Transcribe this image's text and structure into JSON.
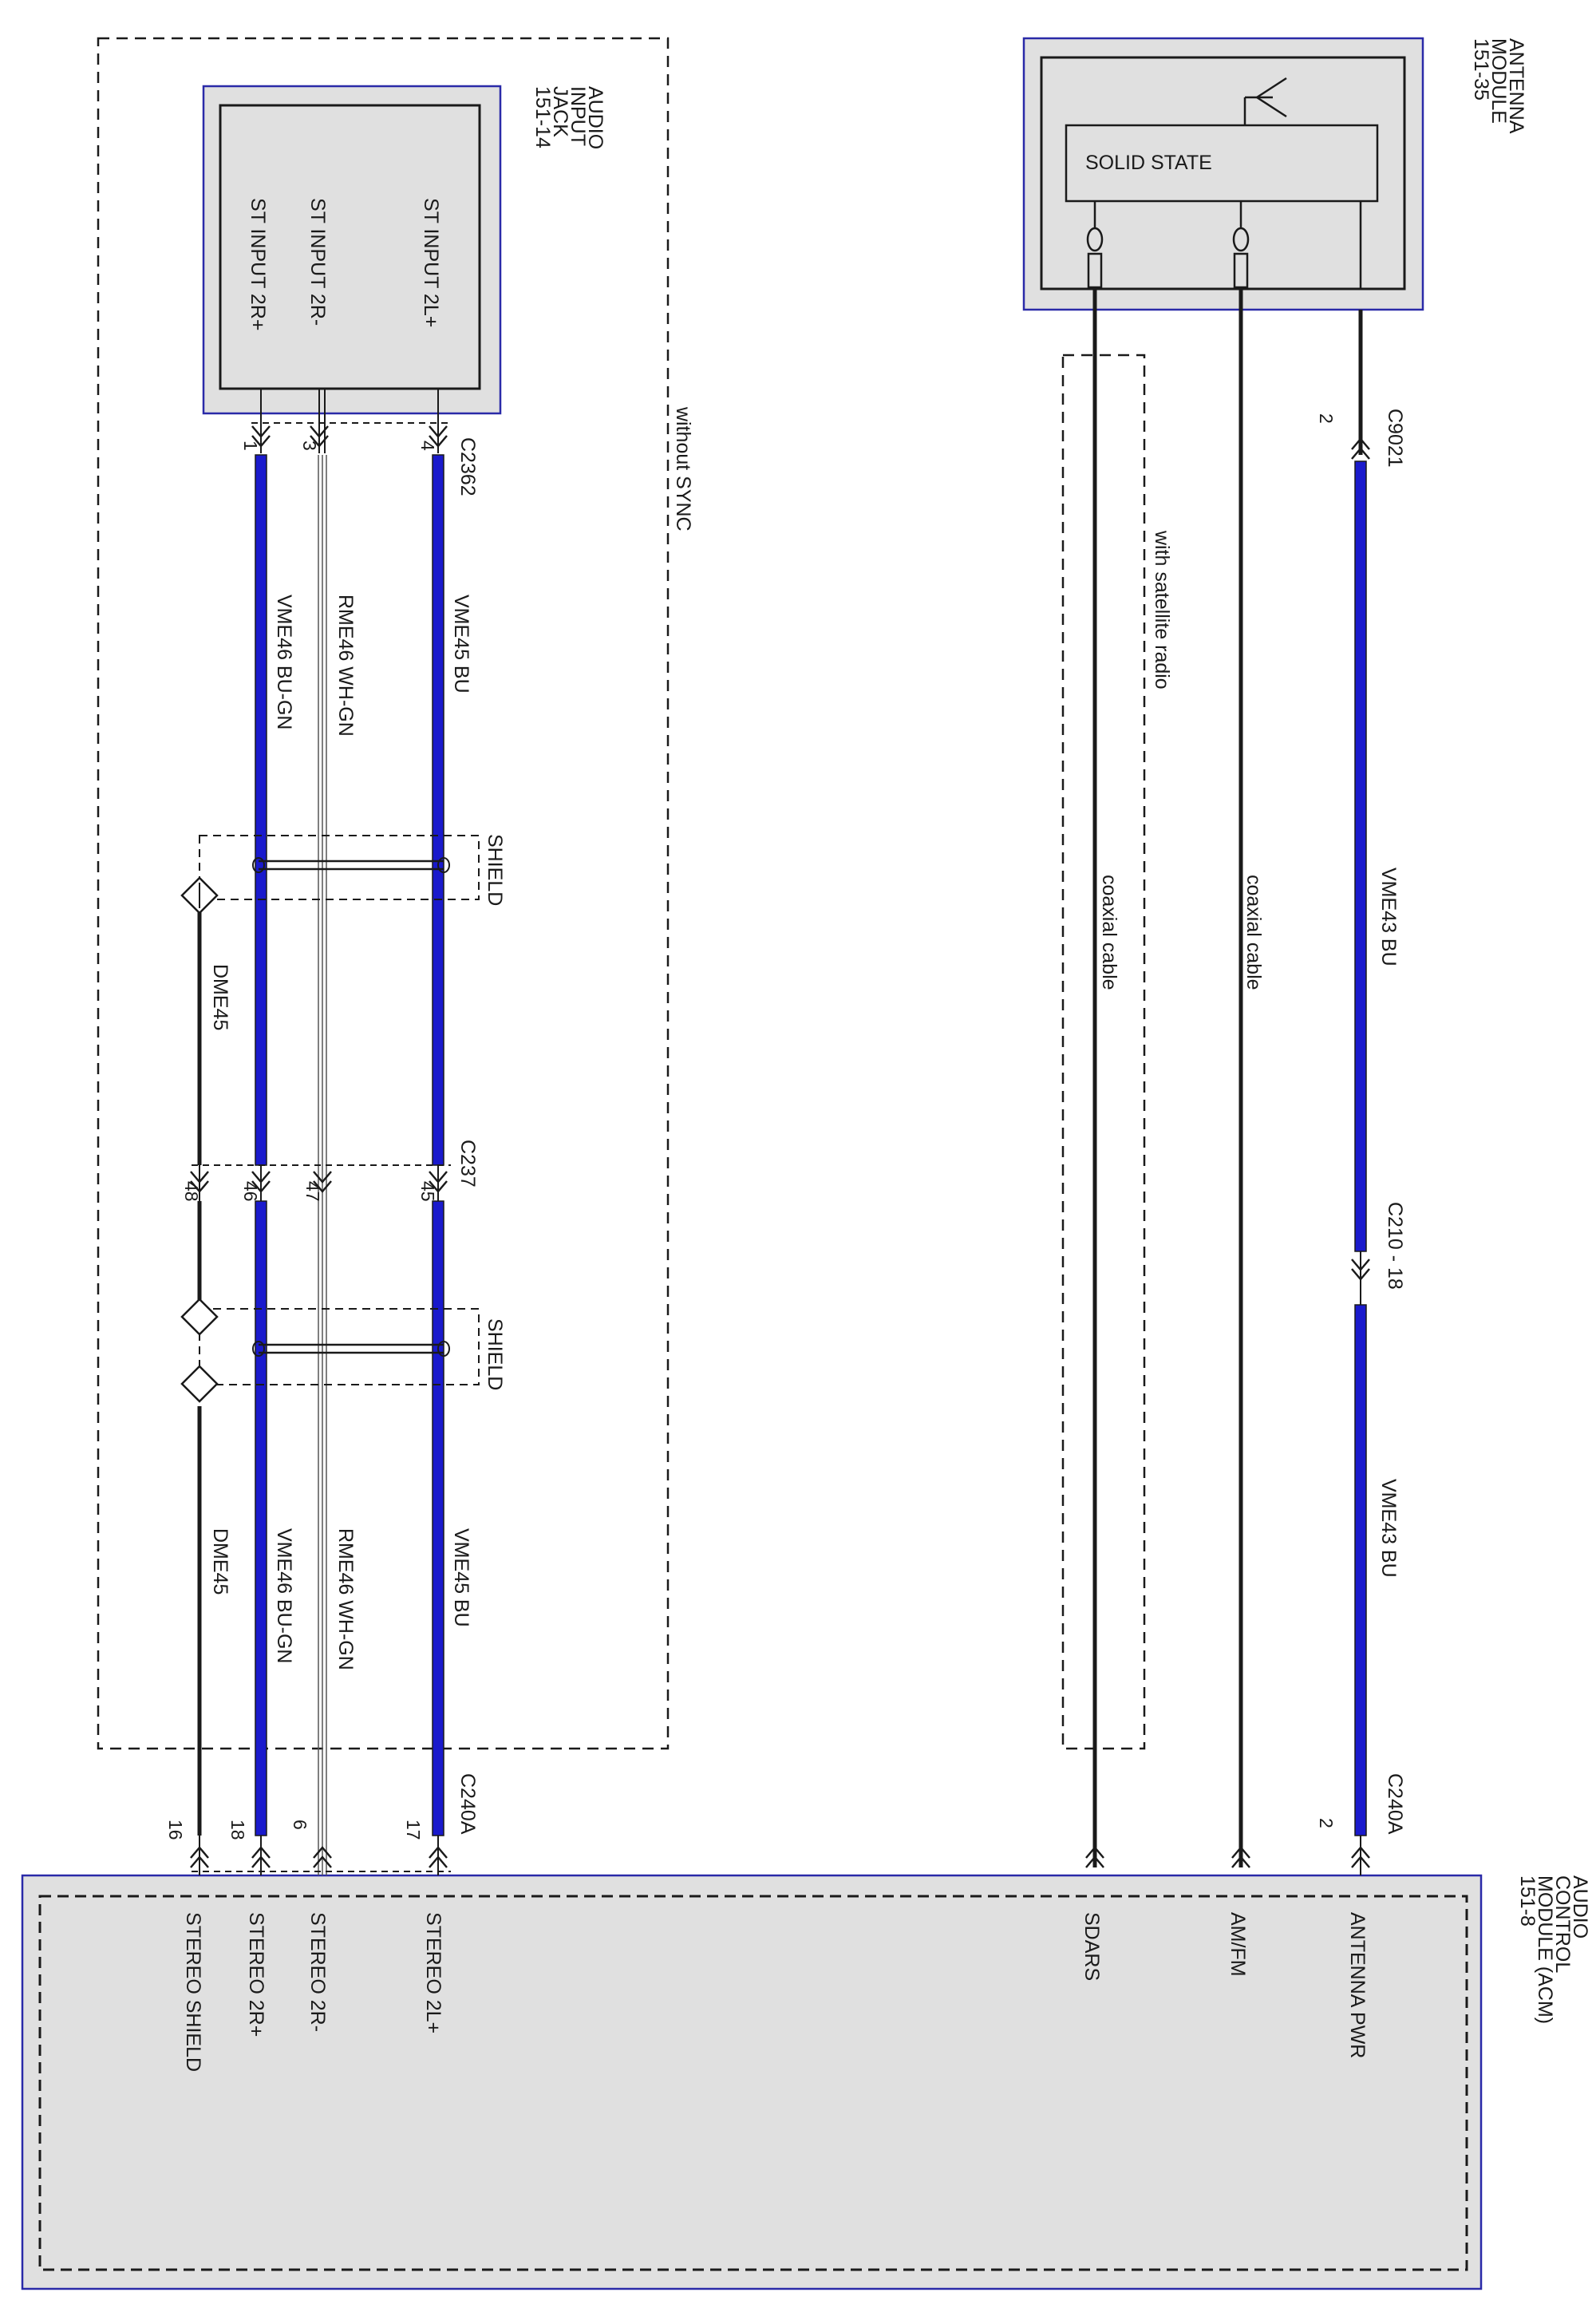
{
  "colors": {
    "wire_blue": "#1a1acc",
    "wire_black": "#1a1a1a",
    "module_fill": "#e0e0e0",
    "module_outline": "#2a2aa8"
  },
  "audio_input_jack": {
    "title_lines": [
      "AUDIO",
      "INPUT",
      "JACK",
      "151-14"
    ],
    "pins": [
      "ST INPUT 2L+",
      "ST INPUT 2R-",
      "ST INPUT 2R+"
    ],
    "option_label": "without SYNC"
  },
  "antenna_module": {
    "title_lines": [
      "ANTENNA",
      "MODULE",
      "151-35"
    ],
    "inner_label": "SOLID STATE"
  },
  "acm": {
    "title_lines": [
      "AUDIO",
      "CONTROL",
      "MODULE (ACM)",
      "151-8"
    ],
    "pins": [
      "STEREO SHIELD",
      "STEREO 2R+",
      "STEREO 2R-",
      "STEREO 2L+",
      "SDARS",
      "AM/FM",
      "ANTENNA PWR"
    ]
  },
  "connectors": {
    "c2362": "C2362",
    "c237": "C237",
    "c240a": "C240A",
    "c9021": "C9021",
    "c210": "C210  -  18"
  },
  "pin_numbers": {
    "c2362": [
      "1",
      "3",
      "4"
    ],
    "c237": [
      "48",
      "46",
      "47",
      "45"
    ],
    "c240a": [
      "16",
      "18",
      "6",
      "17"
    ],
    "c9021": "2",
    "c240a_ant": "2"
  },
  "wires": {
    "vme45": "VME45   BU",
    "rme46": "RME46   WH-GN",
    "vme46": "VME46   BU-GN",
    "dme45": "DME45",
    "vme43": "VME43   BU"
  },
  "shield_label": "SHIELD",
  "satellite_label": "with satellite radio",
  "coax_label": "coaxial cable"
}
